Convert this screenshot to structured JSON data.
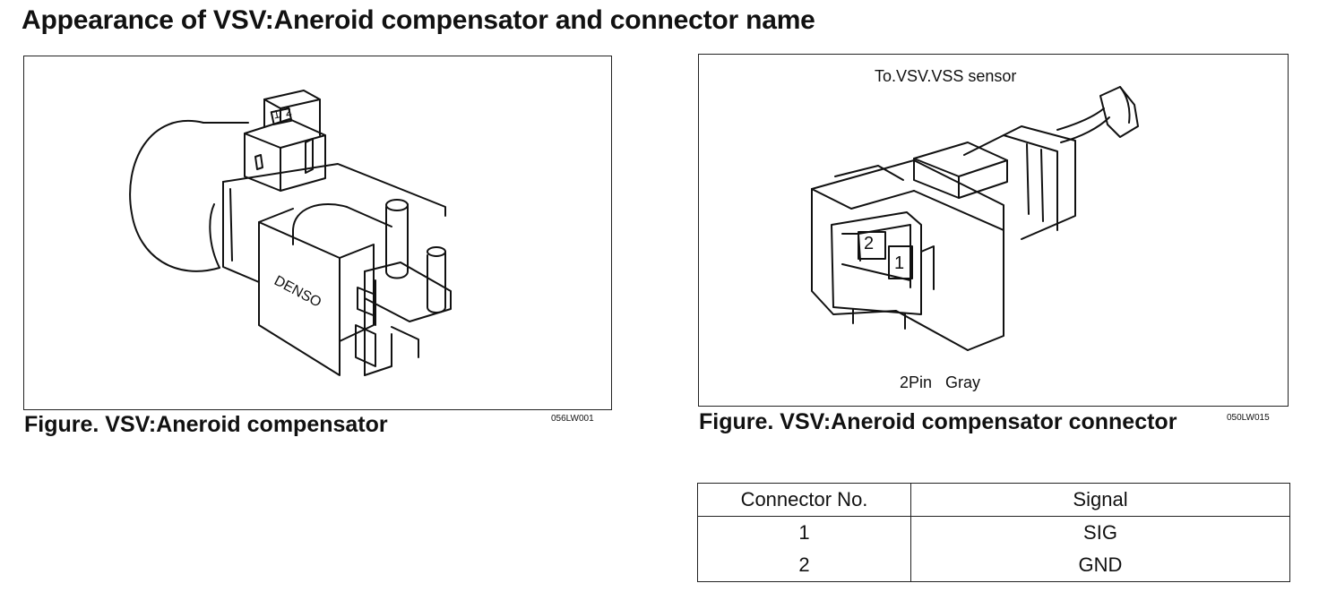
{
  "page": {
    "title": "Appearance of VSV:Aneroid compensator and connector name"
  },
  "figure_left": {
    "caption": "Figure. VSV:Aneroid compensator",
    "code": "056LW001",
    "brand_marking": "DENSO",
    "pin_labels": [
      "1",
      "2"
    ]
  },
  "figure_right": {
    "caption": "Figure. VSV:Aneroid compensator connector",
    "code": "050LW015",
    "sensor_label": "To.VSV.VSS sensor",
    "pin_label": "2Pin   Gray",
    "pin_numbers": [
      "2",
      "1"
    ]
  },
  "table": {
    "headers": [
      "Connector No.",
      "Signal"
    ],
    "rows": [
      [
        "1",
        "SIG"
      ],
      [
        "2",
        "GND"
      ]
    ]
  }
}
